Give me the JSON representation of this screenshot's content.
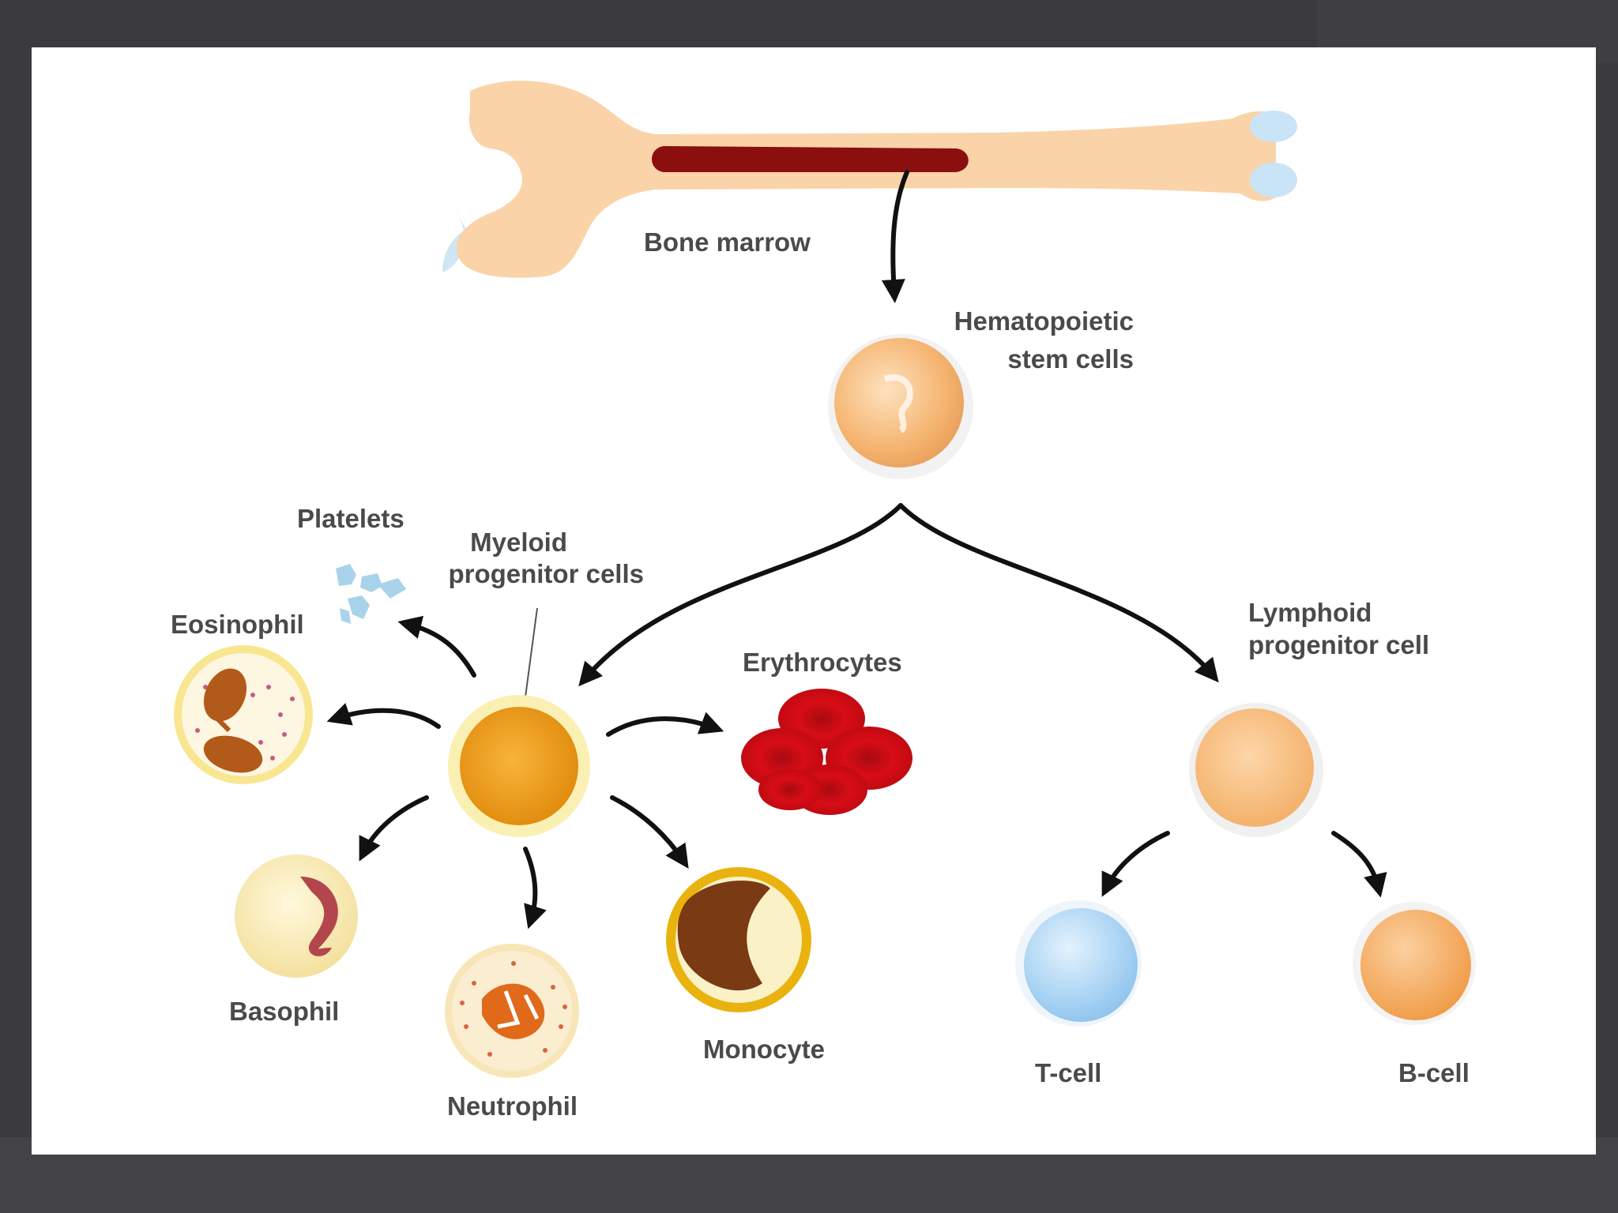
{
  "labels": {
    "bone_marrow": "Bone marrow",
    "hsc_line1": "Hematopoietic",
    "hsc_line2": "stem cells",
    "platelets": "Platelets",
    "myeloid_line1": "Myeloid",
    "myeloid_line2": "progenitor cells",
    "eosinophil": "Eosinophil",
    "erythrocytes": "Erythrocytes",
    "lymphoid_line1": "Lymphoid",
    "lymphoid_line2": "progenitor cell",
    "basophil": "Basophil",
    "neutrophil": "Neutrophil",
    "monocyte": "Monocyte",
    "t_cell": "T-cell",
    "b_cell": "B-cell"
  },
  "colors": {
    "bone": "#fad3a8",
    "marrow": "#8b0f0f",
    "arrow": "#111111",
    "red_cell": "#d10c15",
    "t_cell": "#a9d3f3",
    "b_cell": "#f6b166",
    "myeloid": "#f0a21e"
  }
}
